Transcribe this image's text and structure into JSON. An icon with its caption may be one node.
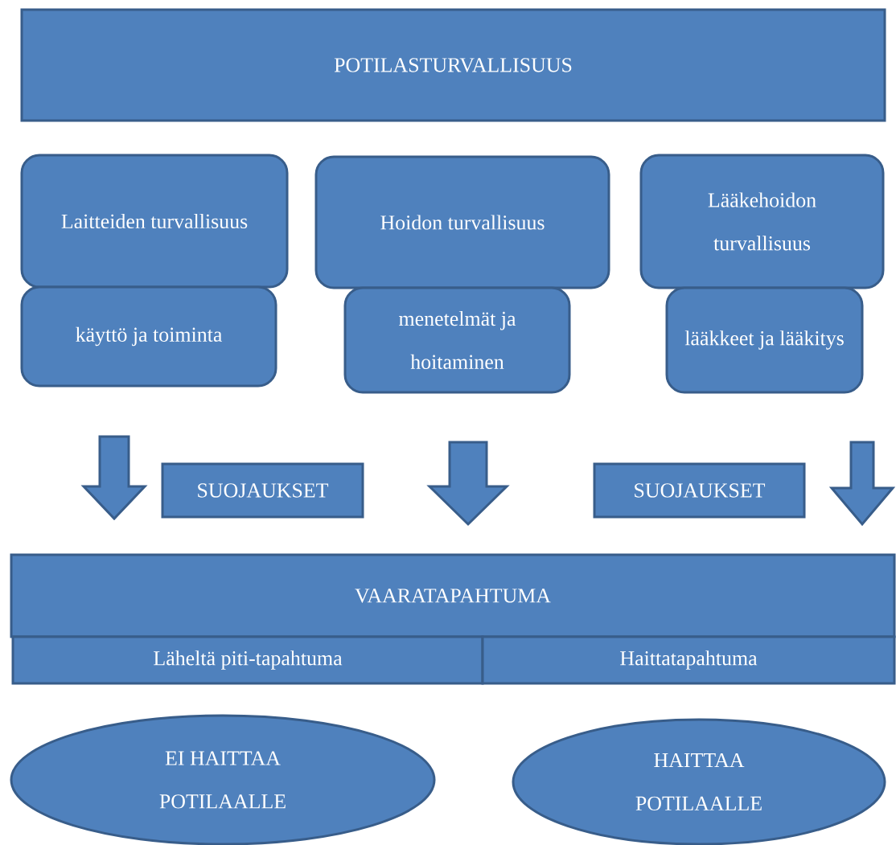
{
  "diagram": {
    "nodes": [
      {
        "text": [
          "POTILASTURVALLISUUS"
        ]
      },
      {
        "text": [
          "Laitteiden turvallisuus"
        ]
      },
      {
        "text": [
          "käyttö ja toiminta"
        ]
      },
      {
        "text": [
          "Hoidon turvallisuus"
        ]
      },
      {
        "text": [
          "menetelmät ja hoitaminen"
        ]
      },
      {
        "text": [
          "Lääkehoidon turvallisuus"
        ]
      },
      {
        "text": [
          "lääkkeet ja lääkitys"
        ]
      },
      {
        "text": [
          "SUOJAUKSET"
        ]
      },
      {
        "text": [
          "SUOJAUKSET"
        ]
      },
      {
        "text": [
          "VAARATAPAHTUMA"
        ]
      },
      {
        "text": [
          "Läheltä piti-tapahtuma"
        ]
      },
      {
        "text": [
          "Haittatapahtuma"
        ]
      },
      {
        "text": [
          "EI HAITTAA POTILAALLE"
        ]
      },
      {
        "text": [
          "HAITTAA POTILAALLE"
        ]
      }
    ],
    "edges": [
      {
        "from": 2,
        "to": 9,
        "arrow": "to"
      },
      {
        "from": 4,
        "to": 9,
        "arrow": "to"
      },
      {
        "from": 6,
        "to": 9,
        "arrow": "to"
      }
    ]
  }
}
